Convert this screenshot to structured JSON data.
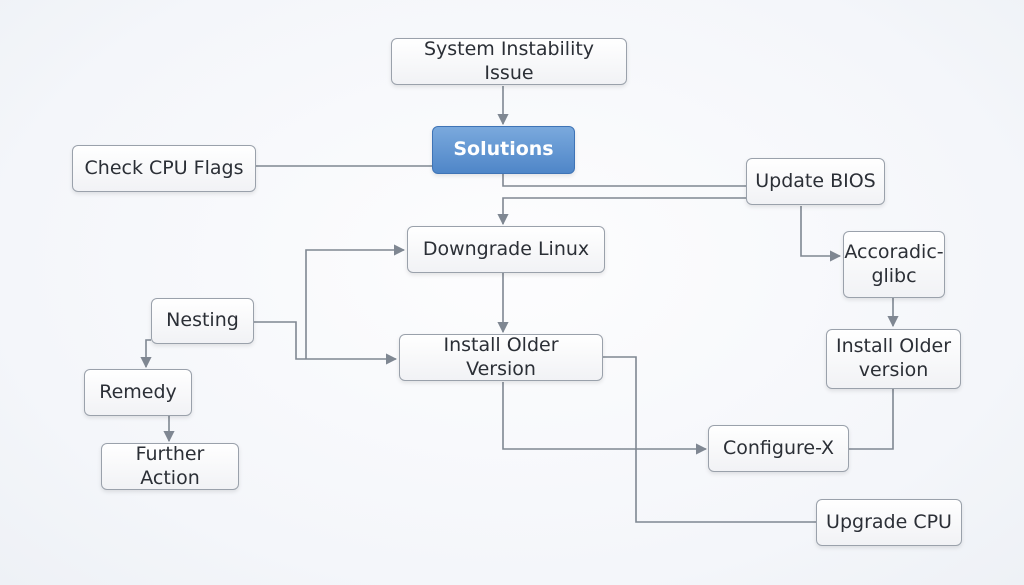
{
  "nodes": {
    "system_instability": "System Instability Issue",
    "solutions": "Solutions",
    "check_cpu_flags": "Check CPU Flags",
    "update_bios": "Update BIOS",
    "downgrade_linux": "Downgrade Linux",
    "accoradic_glibc": "Accoradic-\nglibc",
    "nesting": "Nesting",
    "install_older_version": "Install Older Version",
    "install_older_version_right": "Install Older\nversion",
    "remedy": "Remedy",
    "further_action": "Further Action",
    "configure_x": "Configure-X",
    "upgrade_cpu": "Upgrade CPU"
  },
  "colors": {
    "edge": "#7f8792",
    "node_border": "#9aa1ab",
    "primary_fill": "#5b8fcf",
    "primary_text": "#ffffff"
  }
}
